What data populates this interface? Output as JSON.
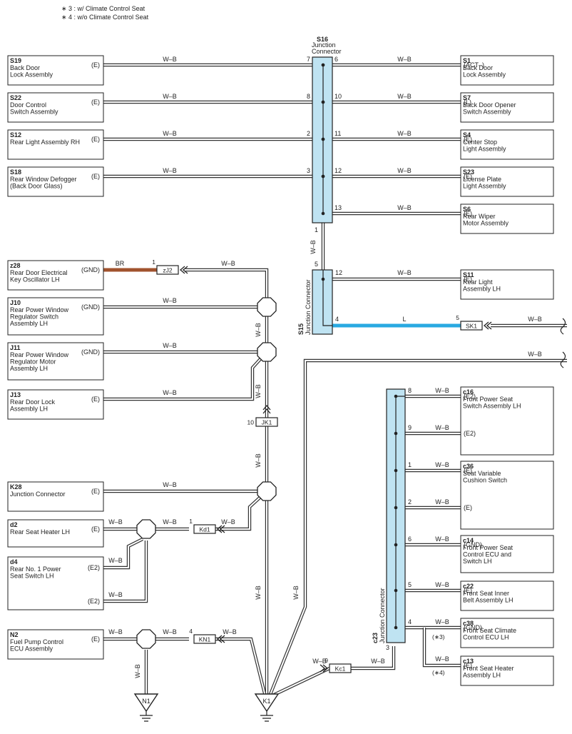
{
  "notes": [
    "∗ 3 : w/ Climate Control Seat",
    "∗ 4 : w/o Climate Control Seat"
  ],
  "colors": {
    "wire": "#333333",
    "connector_fill": "#bfe3f2",
    "br_wire": "#a0522d",
    "l_wire": "#29a9e1"
  },
  "junction_connectors": [
    {
      "id": "S16",
      "name": "Junction Connector",
      "orientation": "top"
    },
    {
      "id": "S15",
      "name": "Junction Connector",
      "orientation": "side"
    },
    {
      "id": "c23",
      "name": "Junction Connector",
      "orientation": "side"
    }
  ],
  "components": [
    {
      "id": "S19",
      "name": [
        "Back Door",
        "Lock Assembly"
      ],
      "terminals": [
        "(E)"
      ]
    },
    {
      "id": "S22",
      "name": [
        "Door Control",
        "Switch Assembly"
      ],
      "terminals": [
        "(E)"
      ]
    },
    {
      "id": "S12",
      "name": [
        "Rear Light Assembly RH"
      ],
      "terminals": [
        "(E)"
      ]
    },
    {
      "id": "S18",
      "name": [
        "Rear Window Defogger",
        "(Back Door Glass)"
      ],
      "terminals": [
        "(E)"
      ]
    },
    {
      "id": "S1",
      "name": [
        "Back Door",
        "Lock Assembly"
      ],
      "terminals": [
        "(ACT–)"
      ]
    },
    {
      "id": "S7",
      "name": [
        "Back Door Opener",
        "Switch Assembly"
      ],
      "terminals": [
        "(L)"
      ]
    },
    {
      "id": "S4",
      "name": [
        "Center Stop",
        "Light Assembly"
      ],
      "terminals": [
        "(E)"
      ]
    },
    {
      "id": "S23",
      "name": [
        "License Plate",
        "Light Assembly"
      ],
      "terminals": [
        "(E)"
      ]
    },
    {
      "id": "S6",
      "name": [
        "Rear Wiper",
        "Motor Assembly"
      ],
      "terminals": [
        "(E)"
      ]
    },
    {
      "id": "S11",
      "name": [
        "Rear Light",
        "Assembly LH"
      ],
      "terminals": [
        "(E)"
      ]
    },
    {
      "id": "z28",
      "name": [
        "Rear Door Electrical",
        "Key Oscillator LH"
      ],
      "terminals": [
        "(GND)"
      ]
    },
    {
      "id": "J10",
      "name": [
        "Rear Power Window",
        "Regulator Switch",
        "Assembly LH"
      ],
      "terminals": [
        "(GND)"
      ]
    },
    {
      "id": "J11",
      "name": [
        "Rear Power Window",
        "Regulator Motor",
        "Assembly LH"
      ],
      "terminals": [
        "(GND)"
      ]
    },
    {
      "id": "J13",
      "name": [
        "Rear Door Lock",
        "Assembly LH"
      ],
      "terminals": [
        "(E)"
      ]
    },
    {
      "id": "K28",
      "name": [
        "Junction Connector"
      ],
      "terminals": [
        "(E)"
      ]
    },
    {
      "id": "d2",
      "name": [
        "Rear Seat Heater LH"
      ],
      "terminals": [
        "(E)"
      ]
    },
    {
      "id": "d4",
      "name": [
        "Rear No. 1 Power",
        "Seat Switch LH"
      ],
      "terminals": [
        "(E2)",
        "(E2)"
      ]
    },
    {
      "id": "N2",
      "name": [
        "Fuel Pump Control",
        "ECU Assembly"
      ],
      "terminals": [
        "(E)"
      ]
    },
    {
      "id": "c16",
      "name": [
        "Front Power Seat",
        "Switch Assembly LH"
      ],
      "terminals": [
        "(E2)",
        "(E2)"
      ]
    },
    {
      "id": "c36",
      "name": [
        "Seat Variable",
        "Cushion Switch"
      ],
      "terminals": [
        "(E)",
        "(E)"
      ]
    },
    {
      "id": "c14",
      "name": [
        "Front Power Seat",
        "Control ECU and",
        "Switch LH"
      ],
      "terminals": [
        "(GND)"
      ]
    },
    {
      "id": "c22",
      "name": [
        "Front Seat Inner",
        "Belt Assembly LH"
      ],
      "terminals": [
        "(E)"
      ]
    },
    {
      "id": "c38",
      "name": [
        "Front Seat Climate",
        "Control ECU LH"
      ],
      "terminals": [
        "(GND)"
      ]
    },
    {
      "id": "c13",
      "name": [
        "Front Seat Heater",
        "Assembly LH"
      ],
      "terminals": [
        "(E)"
      ]
    }
  ],
  "inline_connectors": [
    {
      "id": "zJ2",
      "pin": "1"
    },
    {
      "id": "SK1",
      "pin": "5"
    },
    {
      "id": "JK1",
      "pin": "10"
    },
    {
      "id": "Kd1",
      "pin": "1"
    },
    {
      "id": "KN1",
      "pin": "4"
    },
    {
      "id": "Kc1",
      "pin": "9"
    }
  ],
  "ground_points": [
    "N1",
    "K1"
  ],
  "wire_labels": {
    "wb": "W–B",
    "br": "BR",
    "l": "L"
  },
  "pins": {
    "s16_left": [
      "7",
      "8",
      "2",
      "3"
    ],
    "s16_right": [
      "6",
      "10",
      "11",
      "12",
      "13"
    ],
    "s16_bottom": "1",
    "s15": [
      "5",
      "12",
      "4"
    ],
    "c23": [
      "8",
      "9",
      "1",
      "2",
      "6",
      "5",
      "4",
      "3"
    ]
  },
  "variant_marks": [
    "(∗3)",
    "(∗4)"
  ]
}
